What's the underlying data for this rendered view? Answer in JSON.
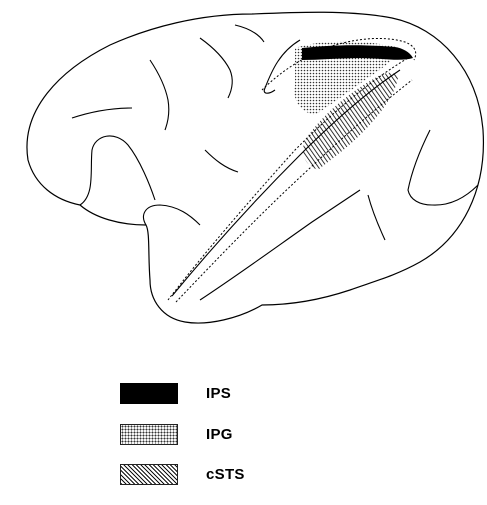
{
  "legend": {
    "items": [
      {
        "key": "ips",
        "label": "IPS",
        "pattern": "solid-black"
      },
      {
        "key": "ipg",
        "label": "IPG",
        "pattern": "stipple-dots"
      },
      {
        "key": "csts",
        "label": "cSTS",
        "pattern": "diagonal-hatch"
      }
    ]
  },
  "colors": {
    "ink": "#000000",
    "background": "#ffffff"
  }
}
